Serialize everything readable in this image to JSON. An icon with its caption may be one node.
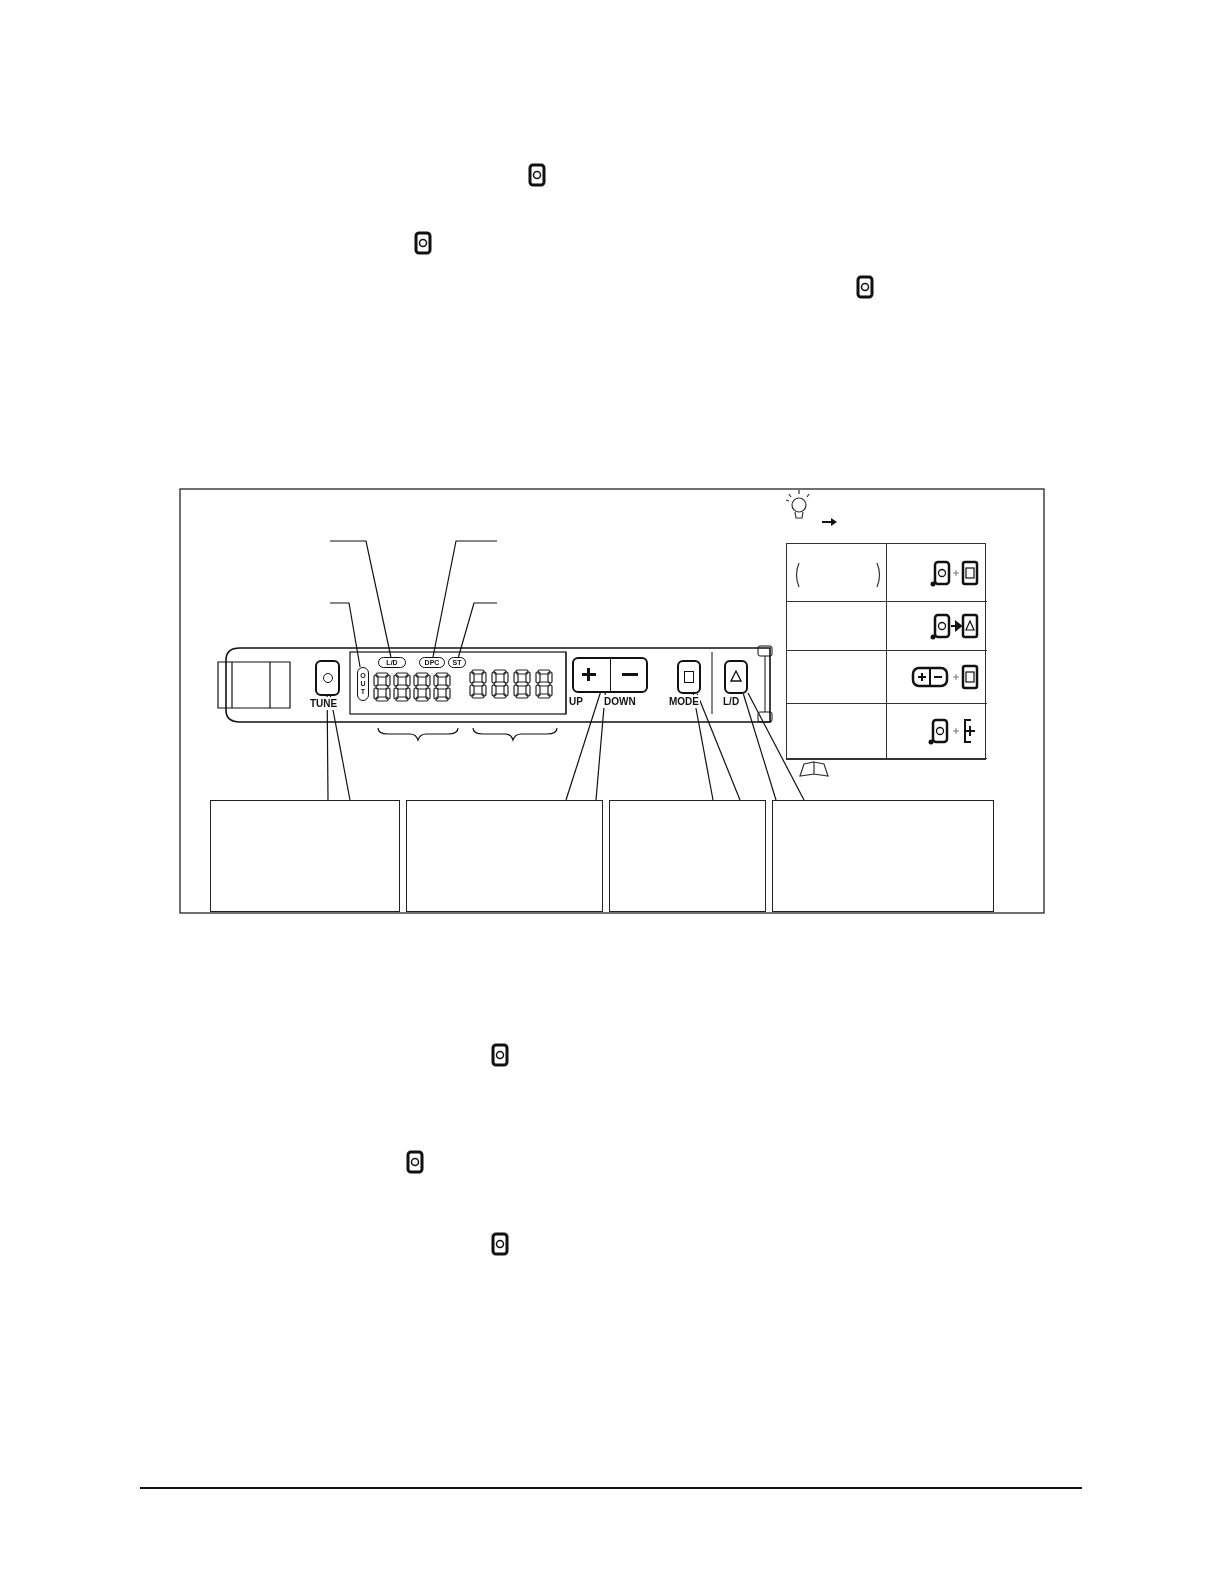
{
  "diagram": {
    "nodes": [
      {
        "text": [
          "OUT"
        ]
      },
      {
        "text": [
          "L/D"
        ]
      },
      {
        "text": [
          "DPC"
        ]
      },
      {
        "text": [
          "ST"
        ]
      },
      {
        "text": [],
        "shape": "button",
        "beside": [
          "TUNE"
        ]
      },
      {
        "text": [],
        "shape": "button",
        "beside": [
          "UP",
          "DOWN"
        ]
      },
      {
        "text": [],
        "shape": "button",
        "beside": [
          "MODE"
        ]
      },
      {
        "text": [],
        "shape": "button",
        "beside": [
          "L/D"
        ]
      },
      {
        "text": [],
        "shape": "box"
      },
      {
        "text": [],
        "shape": "box"
      },
      {
        "text": [],
        "shape": "box"
      },
      {
        "text": [],
        "shape": "box"
      }
    ],
    "edges": [
      {
        "from": null,
        "to": 1,
        "arrow": "none"
      },
      {
        "from": null,
        "to": 0,
        "arrow": "none"
      },
      {
        "from": null,
        "to": 2,
        "arrow": "none"
      },
      {
        "from": null,
        "to": 3,
        "arrow": "none"
      },
      {
        "from": 8,
        "to": 4,
        "arrow": "none"
      },
      {
        "from": 8,
        "to": 4,
        "arrow": "none"
      },
      {
        "from": 9,
        "to": 5,
        "arrow": "none"
      },
      {
        "from": 9,
        "to": 5,
        "arrow": "none"
      },
      {
        "from": 10,
        "to": 6,
        "arrow": "none"
      },
      {
        "from": 10,
        "to": 6,
        "arrow": "none"
      },
      {
        "from": 11,
        "to": 7,
        "arrow": "none"
      },
      {
        "from": 11,
        "to": 7,
        "arrow": "none"
      }
    ]
  }
}
